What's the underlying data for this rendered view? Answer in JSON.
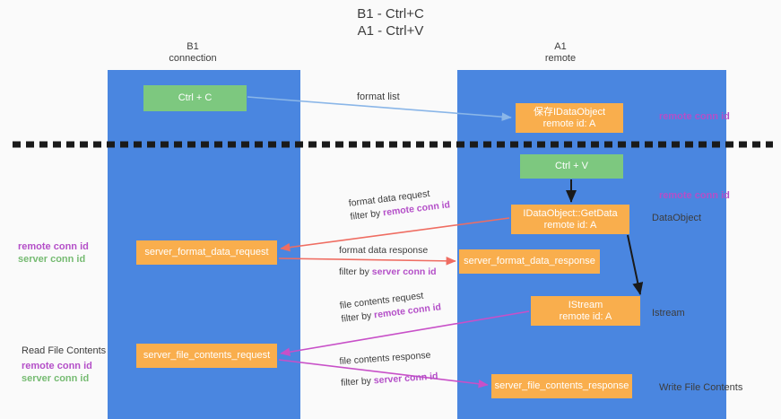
{
  "title": {
    "line1": "B1 - Ctrl+C",
    "line2": "A1 - Ctrl+V"
  },
  "lanes": [
    {
      "id": "b1",
      "name": "B1",
      "role": "connection",
      "color": "#4a86e0"
    },
    {
      "id": "a1",
      "name": "A1",
      "role": "remote",
      "color": "#4a86e0"
    }
  ],
  "colors": {
    "lane": "#4a86e0",
    "green_box": "#7dc87f",
    "orange_box": "#f9ae4d",
    "remote_conn_id": "#b44fc8",
    "server_conn_id": "#76bb72",
    "format_list_arrow": "#8ab6e8",
    "format_data_arrow": "#ef6d62",
    "file_contents_arrow": "#c850c8",
    "black_arrow": "#1a1a1a",
    "divider": "#1a1a1a",
    "page_background": "#fafafa"
  },
  "boxes": [
    {
      "key": "ctrl_c",
      "line1": "Ctrl + C",
      "line2": "",
      "style": "green"
    },
    {
      "key": "save_idataobject",
      "line1": "保存IDataObject",
      "line2": "remote id: A",
      "style": "orange"
    },
    {
      "key": "ctrl_v",
      "line1": "Ctrl + V",
      "line2": "",
      "style": "green"
    },
    {
      "key": "idataobject_getdata",
      "line1": "IDataObject::GetData",
      "line2": "remote id: A",
      "style": "orange"
    },
    {
      "key": "server_format_data_request",
      "line1": "server_format_data_request",
      "line2": "",
      "style": "orange"
    },
    {
      "key": "server_format_data_response",
      "line1": "server_format_data_response",
      "line2": "",
      "style": "orange"
    },
    {
      "key": "istream",
      "line1": "IStream",
      "line2": "remote id: A",
      "style": "orange"
    },
    {
      "key": "server_file_contents_request",
      "line1": "server_file_contents_request",
      "line2": "",
      "style": "orange"
    },
    {
      "key": "server_file_contents_response",
      "line1": "server_file_contents_response",
      "line2": "",
      "style": "orange"
    }
  ],
  "messages": {
    "format_list": "format list",
    "format_data_request": {
      "line1": "format data request",
      "filter_prefix": "filter by ",
      "filter_key": "remote conn id"
    },
    "format_data_response": {
      "line1": "format data response",
      "filter_prefix": "filter by ",
      "filter_key": "server conn id"
    },
    "file_contents_request": {
      "line1": "file contents request",
      "filter_prefix": "filter by ",
      "filter_key": "remote conn id"
    },
    "file_contents_response": {
      "line1": "file contents response",
      "filter_prefix": "filter by ",
      "filter_key": "server conn id"
    }
  },
  "annotations": {
    "remote_conn_id_top": "remote conn id",
    "remote_conn_id_mid": "remote conn id",
    "dataobject": "DataObject",
    "istream": "Istream",
    "write_file_contents": "Write File Contents",
    "read_file_contents": "Read File Contents",
    "left_ids_mid": {
      "remote": "remote conn id",
      "server": "server conn id"
    },
    "left_ids_bottom": {
      "remote": "remote conn id",
      "server": "server conn id"
    }
  }
}
